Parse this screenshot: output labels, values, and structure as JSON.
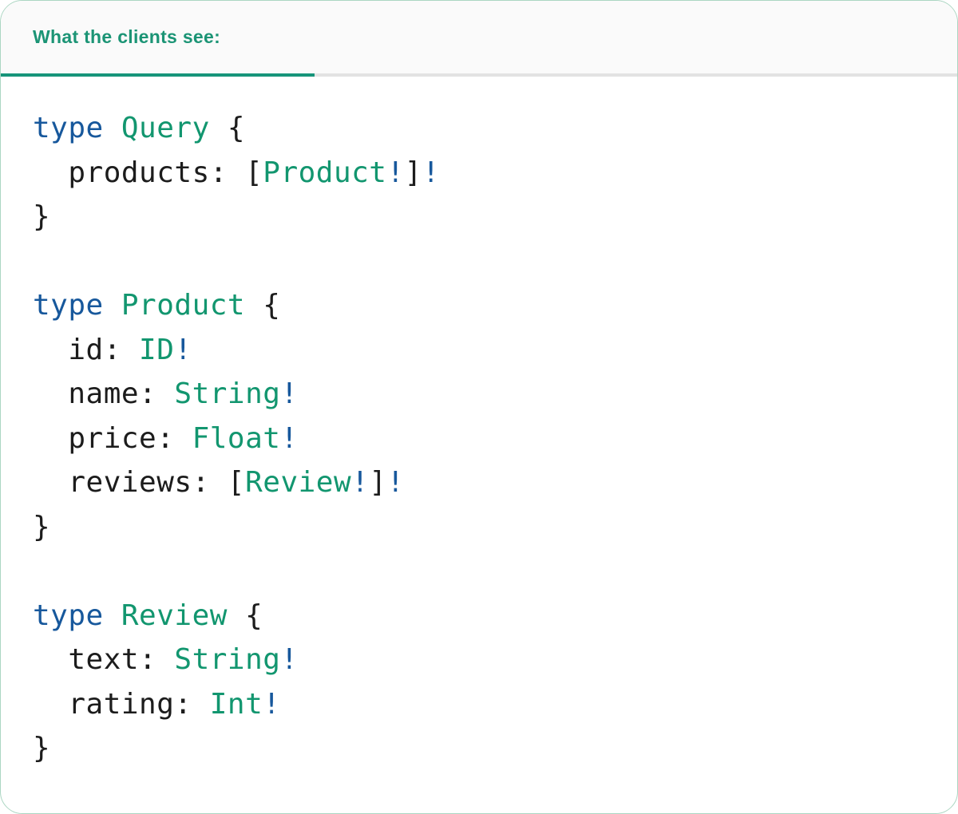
{
  "colors": {
    "keyword_blue": "#17589C",
    "type_teal": "#12966F",
    "plain_dark": "#1C1C1C",
    "tab_text_teal": "#1B9475",
    "tab_underline_teal": "#16947A",
    "divider_gray": "#E2E2E2",
    "card_border_green": "#ABD6C2",
    "header_bg": "#FAFAFA",
    "card_bg": "#FFFFFF"
  },
  "header": {
    "tab_label": "What the clients see:"
  },
  "code": {
    "language": "graphql-sdl",
    "lines": [
      {
        "tokens": [
          {
            "text": "type ",
            "color": "keyword"
          },
          {
            "text": "Query",
            "color": "type"
          },
          {
            "text": " {",
            "color": "plain"
          }
        ]
      },
      {
        "tokens": [
          {
            "text": "  products: [",
            "color": "plain"
          },
          {
            "text": "Product",
            "color": "type"
          },
          {
            "text": "!",
            "color": "bang"
          },
          {
            "text": "]",
            "color": "plain"
          },
          {
            "text": "!",
            "color": "bang"
          }
        ]
      },
      {
        "tokens": [
          {
            "text": "}",
            "color": "plain"
          }
        ]
      },
      {
        "tokens": []
      },
      {
        "tokens": [
          {
            "text": "type ",
            "color": "keyword"
          },
          {
            "text": "Product",
            "color": "type"
          },
          {
            "text": " {",
            "color": "plain"
          }
        ]
      },
      {
        "tokens": [
          {
            "text": "  id: ",
            "color": "plain"
          },
          {
            "text": "ID",
            "color": "type"
          },
          {
            "text": "!",
            "color": "bang"
          }
        ]
      },
      {
        "tokens": [
          {
            "text": "  name: ",
            "color": "plain"
          },
          {
            "text": "String",
            "color": "type"
          },
          {
            "text": "!",
            "color": "bang"
          }
        ]
      },
      {
        "tokens": [
          {
            "text": "  price: ",
            "color": "plain"
          },
          {
            "text": "Float",
            "color": "type"
          },
          {
            "text": "!",
            "color": "bang"
          }
        ]
      },
      {
        "tokens": [
          {
            "text": "  reviews: [",
            "color": "plain"
          },
          {
            "text": "Review",
            "color": "type"
          },
          {
            "text": "!",
            "color": "bang"
          },
          {
            "text": "]",
            "color": "plain"
          },
          {
            "text": "!",
            "color": "bang"
          }
        ]
      },
      {
        "tokens": [
          {
            "text": "}",
            "color": "plain"
          }
        ]
      },
      {
        "tokens": []
      },
      {
        "tokens": [
          {
            "text": "type ",
            "color": "keyword"
          },
          {
            "text": "Review",
            "color": "type"
          },
          {
            "text": " {",
            "color": "plain"
          }
        ]
      },
      {
        "tokens": [
          {
            "text": "  text: ",
            "color": "plain"
          },
          {
            "text": "String",
            "color": "type"
          },
          {
            "text": "!",
            "color": "bang"
          }
        ]
      },
      {
        "tokens": [
          {
            "text": "  rating: ",
            "color": "plain"
          },
          {
            "text": "Int",
            "color": "type"
          },
          {
            "text": "!",
            "color": "bang"
          }
        ]
      },
      {
        "tokens": [
          {
            "text": "}",
            "color": "plain"
          }
        ]
      }
    ]
  }
}
